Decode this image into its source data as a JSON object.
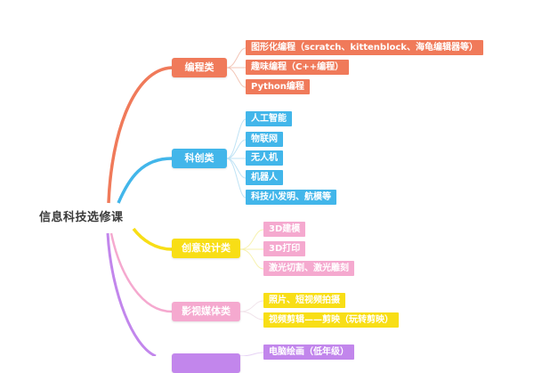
{
  "root": {
    "label": "信息科技选修课"
  },
  "branches": [
    {
      "label": "编程类",
      "color": "#f07a5a",
      "children": [
        "图形化编程（scratch、kittenblock、海龟编辑器等）",
        "趣味编程（C++编程）",
        "Python编程"
      ]
    },
    {
      "label": "科创类",
      "color": "#42b6ea",
      "children": [
        "人工智能",
        "物联网",
        "无人机",
        "机器人",
        "科技小发明、航模等"
      ]
    },
    {
      "label": "创意设计类",
      "color": "#f8de16",
      "children": [
        "3D建模",
        "3D打印",
        "激光切割、激光雕刻"
      ]
    },
    {
      "label": "影视媒体类",
      "color": "#f5a9cf",
      "children": [
        "照片、短视频拍摄",
        "视频剪辑——剪映（玩转剪映）"
      ]
    },
    {
      "label": "",
      "color": "#c286ec",
      "children": [
        "电脑绘画（低年级）"
      ]
    }
  ],
  "colors": {
    "programming": "#f07a5a",
    "innovation": "#42b6ea",
    "design": "#f8de16",
    "media": "#f5a9cf",
    "painting": "#c286ec",
    "design_leaf": "#f5a9cf",
    "media_leaf": "#f8de16"
  }
}
